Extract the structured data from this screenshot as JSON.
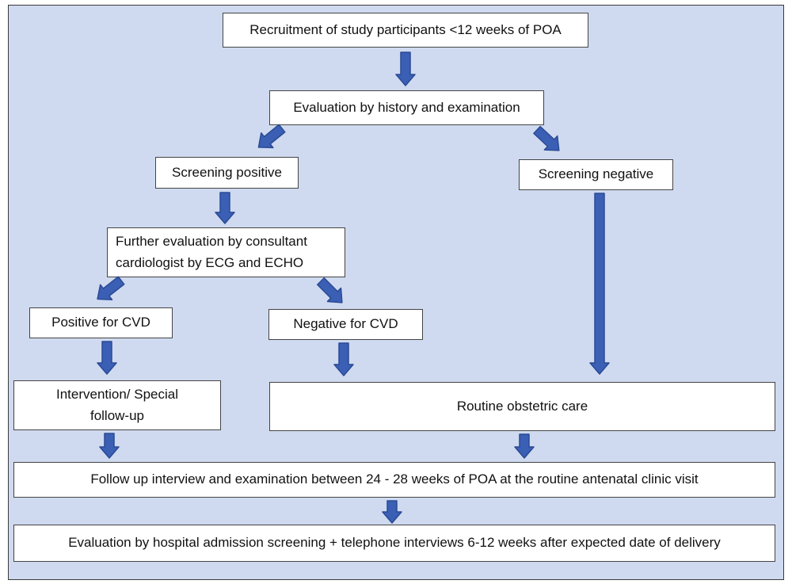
{
  "colors": {
    "background": "#cfdaf0",
    "box_fill": "#ffffff",
    "box_border": "#444444",
    "arrow_fill": "#3a5fb5",
    "arrow_stroke": "#2b4a94"
  },
  "boxes": {
    "recruitment": "Recruitment of study participants <12 weeks of POA",
    "evaluation": "Evaluation by history and examination",
    "screening_positive": "Screening positive",
    "screening_negative": "Screening negative",
    "further_evaluation_line1": "Further evaluation by consultant",
    "further_evaluation_line2": "cardiologist by ECG and ECHO",
    "positive_cvd": "Positive for CVD",
    "negative_cvd": "Negative for CVD",
    "intervention_line1": "Intervention/ Special",
    "intervention_line2": "follow-up",
    "routine_care": "Routine obstetric care",
    "follow_up": "Follow up interview and examination between 24 - 28 weeks of POA at the routine antenatal clinic visit",
    "final_evaluation": "Evaluation by hospital admission screening + telephone interviews 6-12 weeks after expected date of delivery"
  }
}
